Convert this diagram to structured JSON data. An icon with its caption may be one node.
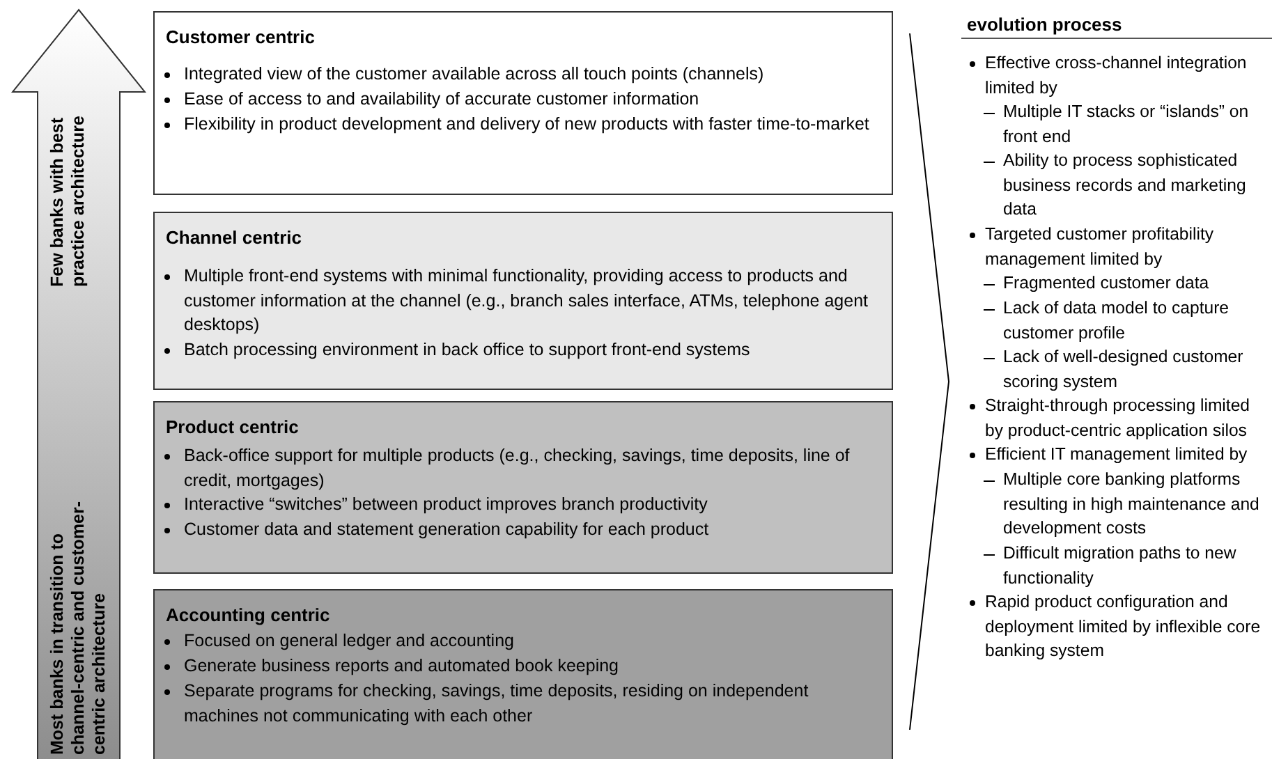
{
  "diagram": {
    "nodes": [
      {
        "text": [
          "Few banks with best practice architecture",
          "Most banks in transition to channel-centric and customer-centric architecture"
        ]
      },
      {
        "text": [
          "Customer centric",
          "Integrated view of the customer available across all touch points (channels)",
          "Ease of access to and availability of accurate customer information",
          "Flexibility in product development and delivery of new products with faster time-to-market"
        ]
      },
      {
        "text": [
          "Channel centric",
          "Multiple front-end systems with minimal functionality, providing access to products and customer information at the channel (e.g., branch sales interface, ATMs, telephone agent desktops)",
          "Batch processing environment in back office to support front-end systems"
        ]
      },
      {
        "text": [
          "Product centric",
          "Back-office support for multiple products (e.g., checking, savings, time deposits, line of credit, mortgages)",
          "Interactive “switches” between product improves branch productivity",
          "Customer data and statement generation capability for each product"
        ]
      },
      {
        "text": [
          "Accounting centric",
          "Focused on general ledger and accounting",
          "Generate business reports and automated book keeping",
          "Separate programs for checking, savings, time deposits, residing on independent machines not communicating with each other"
        ]
      }
    ],
    "labels": [
      "evolution process",
      "Effective cross-channel integration limited by",
      "Multiple IT stacks or “islands” on front end",
      "Ability to process sophisticated business records and marketing data",
      "Targeted customer profitability management limited by",
      "Fragmented customer data",
      "Lack of data model to capture customer profile",
      "Lack of well-designed customer scoring system",
      "Straight-through processing limited by product-centric application silos",
      "Efficient IT management limited by",
      "Multiple core banking platforms resulting in high maintenance and development costs",
      "Difficult migration paths to new functionality",
      "Rapid product configuration and deployment limited by inflexible core banking system"
    ]
  }
}
